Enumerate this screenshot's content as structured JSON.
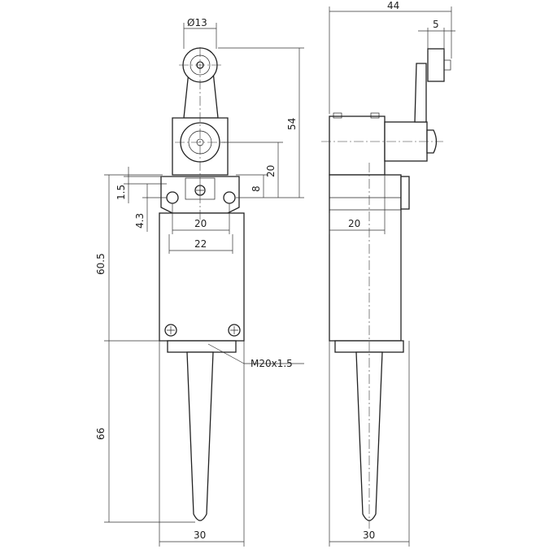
{
  "dimensions": {
    "roller_diameter": "Ø13",
    "lever_height": "54",
    "pivot_height": "20",
    "offset_8": "8",
    "offset_1_5": "1.5",
    "offset_4_3": "4.3",
    "hole_spacing_20": "20",
    "body_width_22": "22",
    "body_height": "60.5",
    "thread": "M20x1.5",
    "gland_length": "66",
    "front_width": "30",
    "overall_depth": "44",
    "roller_offset": "5",
    "side_20": "20",
    "side_width": "30"
  },
  "colors": {
    "line": "#222222",
    "background": "#ffffff"
  }
}
